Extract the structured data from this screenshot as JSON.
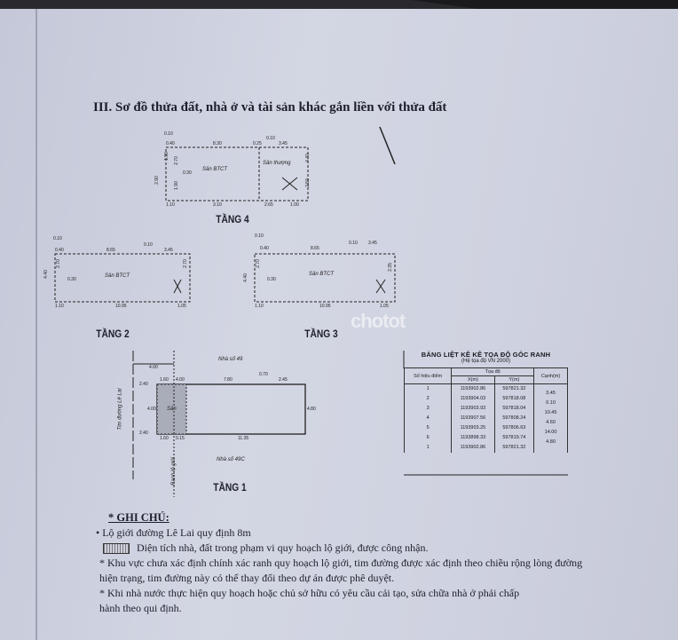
{
  "title": "III. Sơ đồ thửa đất, nhà ở và tài sản khác gắn liền với thửa đất",
  "plans": {
    "floor4": {
      "label": "TẦNG 4",
      "rooms": [
        "Sân BTCT",
        "Sân thượng"
      ],
      "dims": [
        "0.10",
        "0.40",
        "8.30",
        "0.25",
        "0.10",
        "3.45",
        "0.30",
        "1.10",
        "3.10",
        "2.65",
        "1.00",
        "2.70",
        "1.90",
        "1.90",
        "4.40",
        "2.50",
        "2.90",
        "4.80"
      ]
    },
    "floor2": {
      "label": "TẦNG 2",
      "rooms": [
        "Sân BTCT"
      ],
      "dims": [
        "0.10",
        "0.40",
        "8.65",
        "0.10",
        "3.45",
        "0.30",
        "1.10",
        "10.95",
        "1.05",
        "4.40",
        "2.70",
        "2.70"
      ]
    },
    "floor3": {
      "label": "TẦNG 3",
      "rooms": [
        "Sân BTCT"
      ],
      "dims": [
        "0.10",
        "0.40",
        "8.65",
        "0.10",
        "3.45",
        "0.30",
        "1.10",
        "10.95",
        "1.05",
        "4.40",
        "2.70",
        "2.35"
      ]
    },
    "floor1": {
      "label": "TẦNG 1",
      "rooms": [
        "Sân"
      ],
      "neighbors": [
        "Nhà số 49",
        "Nhà số 49C"
      ],
      "street": "Tim đường Lê Lai",
      "boundary": "Ranh lộ giới",
      "dims": [
        "4.00",
        "1.60",
        "4.00",
        "7.80",
        "0.70",
        "2.45",
        "2.40",
        "2.40",
        "4.00",
        "1.60",
        "0.15",
        "11.35",
        "4.80"
      ]
    }
  },
  "compass": "north-arrow",
  "watermark": "chotot",
  "table": {
    "title": "BẢNG LIỆT KÊ KÊ TỌA ĐỘ GÓC RANH",
    "subtitle": "(Hệ tọa độ VN 2000)",
    "headers": {
      "point": "Số hiệu điểm",
      "coord": "Tọa độ",
      "x": "X(m)",
      "y": "Y(m)",
      "edge": "Cạnh(m)"
    },
    "rows": [
      {
        "p": "1",
        "x": "1193902.86",
        "y": "597821.32"
      },
      {
        "p": "2",
        "x": "1193904.03",
        "y": "597818.08"
      },
      {
        "p": "3",
        "x": "1193903.93",
        "y": "597818.04"
      },
      {
        "p": "4",
        "x": "1193907.56",
        "y": "597808.24"
      },
      {
        "p": "5",
        "x": "1193903.25",
        "y": "597806.63"
      },
      {
        "p": "6",
        "x": "1193898.33",
        "y": "597819.74"
      },
      {
        "p": "1",
        "x": "1193902.86",
        "y": "597821.32"
      }
    ],
    "edges": [
      "3.45",
      "0.10",
      "10.45",
      "4.60",
      "14.00",
      "4.80"
    ]
  },
  "notes": {
    "heading": "* GHI CHÚ:",
    "items": [
      "• Lộ giới đường Lê Lai quy định 8m",
      "Diện tích nhà, đất trong phạm vi quy hoạch lộ giới, được công nhận.",
      "* Khu vực chưa xác định chính xác ranh quy hoạch lộ giới, tim đường được xác định theo chiều rộng lòng đường hiện trạng, tim đường này có thể thay đổi theo dự án được phê duyệt.",
      "* Khi nhà nước thực hiện quy hoạch hoặc chủ sở hữu có yêu cầu cải tạo, sửa chữa nhà ở phải chấp hành theo qui định."
    ]
  }
}
